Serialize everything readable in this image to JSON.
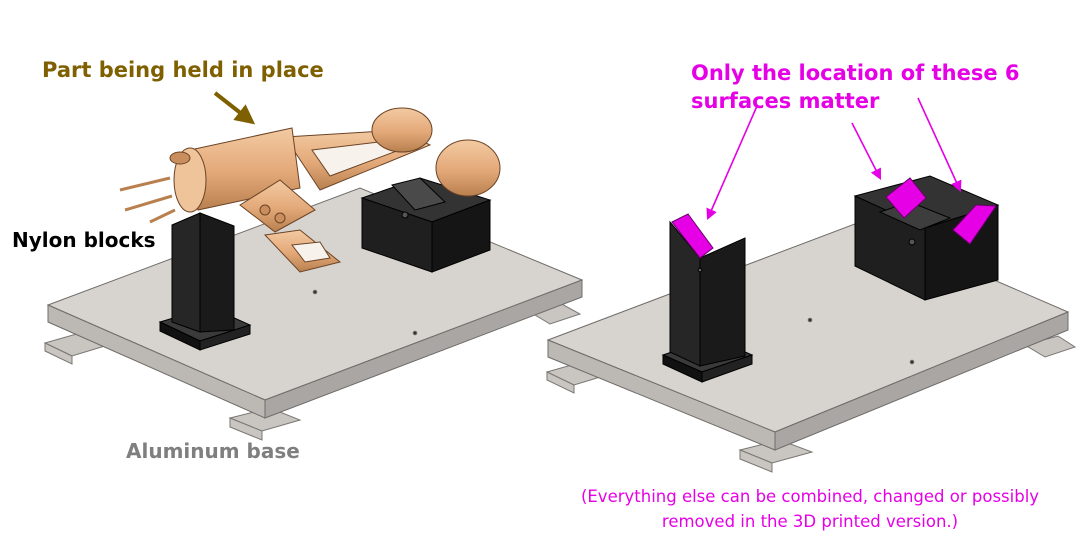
{
  "labels": {
    "part": "Part being held in place",
    "nylon": "Nylon blocks",
    "aluminum": "Aluminum base",
    "surfaces": "Only the location of these 6 surfaces matter",
    "note": "(Everything else can be combined, changed or possibly removed in the 3D printed version.)"
  },
  "colors": {
    "part_label": "#7f6000",
    "nylon_label": "#000000",
    "aluminum_label": "#7f7f7f",
    "magenta": "#e600e6",
    "part": "#e9b487",
    "nylon": "#1e1e1e",
    "base_top": "#d7d3cf",
    "base_side": "#a9a6a3"
  }
}
